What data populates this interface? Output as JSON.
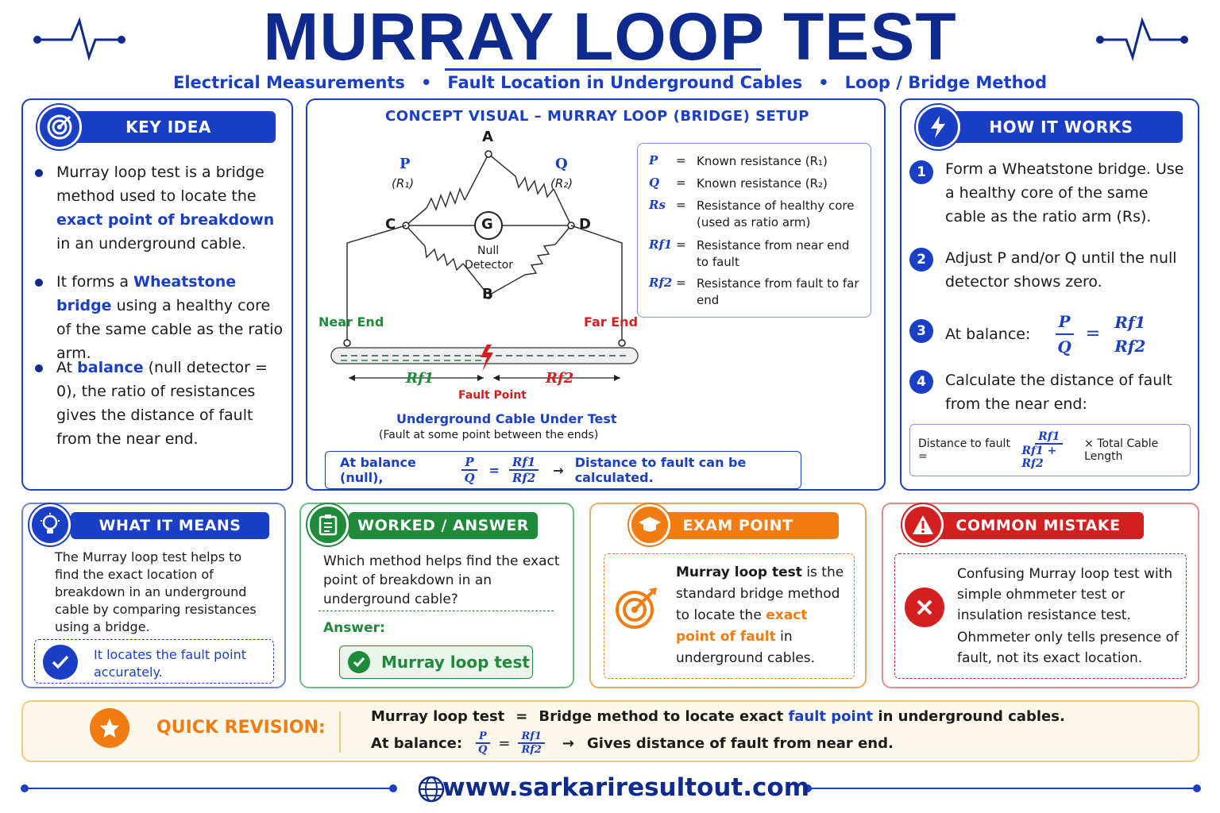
{
  "header": {
    "title": "MURRAY LOOP TEST",
    "subtitle_parts": [
      "Electrical Measurements",
      "Fault Location in Underground Cables",
      "Loop / Bridge Method"
    ],
    "separator": "•"
  },
  "key_idea": {
    "heading": "KEY IDEA",
    "icon": "target-icon",
    "b1_a": "Murray loop test is a bridge method used to locate the ",
    "b1_hl": "exact point of breakdown",
    "b1_b": " in an underground cable.",
    "b2_a": "It forms a ",
    "b2_hl": "Wheatstone bridge",
    "b2_b": " using a healthy core of the same cable as the ratio arm.",
    "b3_a": "At ",
    "b3_hl": "balance",
    "b3_b": " (null detector = 0), the ratio of resistances gives the distance of fault from the near end."
  },
  "concept": {
    "title": "CONCEPT VISUAL – MURRAY LOOP (BRIDGE) SETUP",
    "node_a": "A",
    "node_b": "B",
    "node_c": "C",
    "node_d": "D",
    "p_label": "P",
    "p_sub": "(R₁)",
    "q_label": "Q",
    "q_sub": "(R₂)",
    "g_label": "G",
    "null_detector_1": "Null",
    "null_detector_2": "Detector",
    "near_end": "Near End",
    "far_end": "Far End",
    "rf1": "Rf1",
    "rf2": "Rf2",
    "fault_point": "Fault Point",
    "cable_title": "Underground Cable Under Test",
    "cable_note": "(Fault at some point between the ends)",
    "legend": [
      {
        "sym": "P",
        "txt": "Known resistance (R₁)"
      },
      {
        "sym": "Q",
        "txt": "Known resistance (R₂)"
      },
      {
        "sym": "Rs",
        "txt": "Resistance of healthy core (used as ratio arm)"
      },
      {
        "sym": "Rf1",
        "txt": "Resistance from near end to fault"
      },
      {
        "sym": "Rf2",
        "txt": "Resistance from fault to far end"
      }
    ],
    "eq": "=",
    "balance_prefix": "At balance (null),",
    "balance_suffix": "Distance to fault can be calculated.",
    "arrow": "→"
  },
  "how": {
    "heading": "HOW IT WORKS",
    "icon": "lightning-icon",
    "s1_num": "1",
    "s1": "Form a Wheatstone bridge. Use a healthy core of the same cable as the ratio arm (Rs).",
    "s2_num": "2",
    "s2": "Adjust P and/or Q until the null detector shows zero.",
    "s3_num": "3",
    "s3": "At balance:",
    "s4_num": "4",
    "s4": "Calculate the distance of fault from the near end:",
    "dist_label": "Distance to fault =",
    "dist_num": "Rf1",
    "dist_den": "Rf1 + Rf2",
    "dist_suffix": "× Total Cable Length"
  },
  "what": {
    "heading": "WHAT IT MEANS",
    "icon": "lightbulb-icon",
    "text": "The Murray loop test helps to find the exact location of breakdown in an underground cable by comparing resistances using a bridge.",
    "note": "It locates the fault point accurately."
  },
  "worked": {
    "heading": "WORKED / ANSWER",
    "icon": "clipboard-icon",
    "question": "Which method helps find the exact point of breakdown in an underground cable?",
    "answer_label": "Answer:",
    "answer": "Murray loop test"
  },
  "exam": {
    "heading": "EXAM POINT",
    "icon": "graduation-cap-icon",
    "t_bold": "Murray loop test",
    "t_a": " is the standard bridge method to locate the ",
    "t_hl": "exact point of fault",
    "t_b": " in underground cables."
  },
  "mistake": {
    "heading": "COMMON MISTAKE",
    "icon": "warning-icon",
    "text1": "Confusing Murray loop test with simple ohmmeter test or insulation resistance test.",
    "text2": "Ohmmeter only tells presence of fault, not its exact location."
  },
  "revision": {
    "heading": "QUICK REVISION:",
    "icon": "star-icon",
    "r1_a": "Murray loop test",
    "r1_eq": "=",
    "r1_b": "Bridge method to locate exact ",
    "r1_hl": "fault point",
    "r1_c": " in underground cables.",
    "r2_a": "At balance:",
    "r2_b": "Gives distance of fault from near end."
  },
  "footer": {
    "website": "www.sarkariresultout.com",
    "icon": "globe-icon"
  },
  "colors": {
    "navy": "#0d2a8c",
    "blue": "#1a3fc4",
    "green": "#1f8a3a",
    "orange": "#f07c12",
    "red": "#d21f1f"
  }
}
